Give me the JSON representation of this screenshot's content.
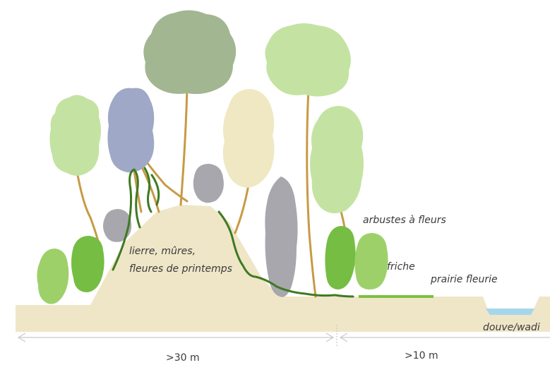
{
  "labels": {
    "groundcover": [
      "lierre, mûres,",
      "fleures de printemps"
    ],
    "shrubs": "arbustes à fleurs",
    "fallow": "friche",
    "meadow": "prairie fleurie",
    "ditch": "douve/wadi"
  },
  "dimensions": {
    "woodland_width": ">30 m",
    "margin_width": ">10 m"
  },
  "colors": {
    "ground": "#efe6c8",
    "ivy": "#3f7a22",
    "fallow": "#7cc043",
    "water": "#a5d7ea",
    "trunk": "#c79a45",
    "tree_light": "#c4e3a2",
    "tree_green": "#9ed06a",
    "tree_darkgreen": "#76bd43",
    "tree_sage": "#a2b692",
    "tree_blue": "#9fa8c6",
    "tree_cream": "#efe8c3",
    "tree_grey": "#a7a7ad",
    "dimension_line": "#c9c9c9"
  }
}
